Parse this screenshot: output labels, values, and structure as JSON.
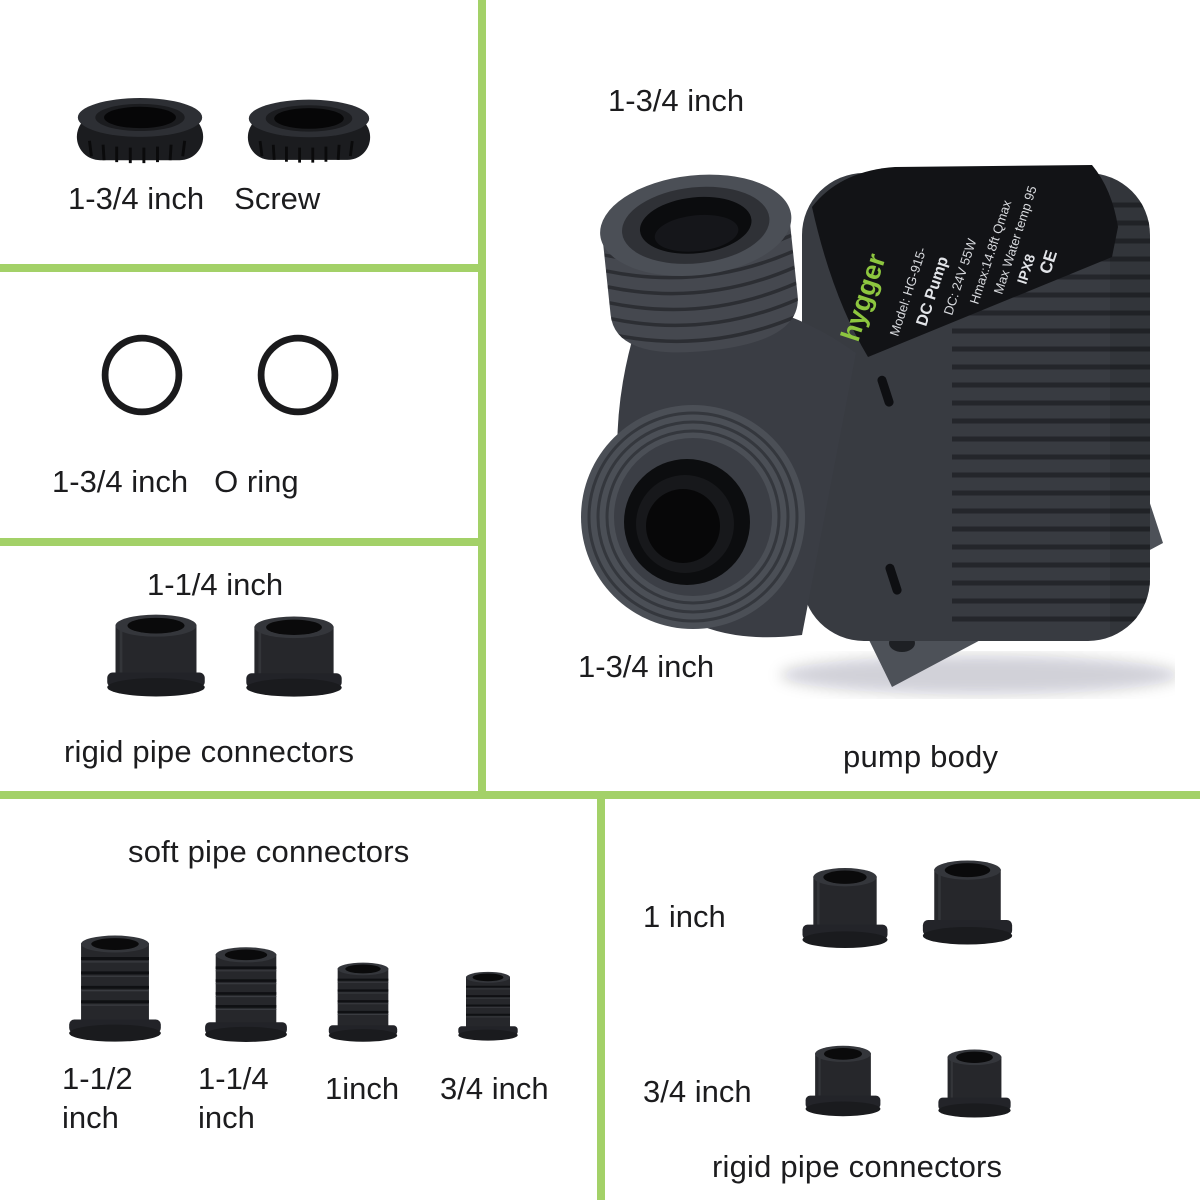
{
  "colors": {
    "background": "#ffffff",
    "divider_green": "#a3d168",
    "text": "#1c1c1e",
    "brand_green": "#8dc63f",
    "part_dark": "#26272b"
  },
  "panels": {
    "screw": {
      "size_label": "1-3/4 inch",
      "part_label": "Screw"
    },
    "o_ring": {
      "size_label": "1-3/4 inch",
      "part_label": "O ring"
    },
    "rigid_left": {
      "size_label": "1-1/4 inch",
      "caption": "rigid pipe connectors"
    },
    "soft": {
      "title": "soft pipe connectors",
      "items": [
        {
          "line1": "1-1/2",
          "line2": "inch"
        },
        {
          "line1": "1-1/4",
          "line2": "inch"
        },
        {
          "line1": "1inch",
          "line2": ""
        },
        {
          "line1": "3/4 inch",
          "line2": ""
        }
      ]
    },
    "pump": {
      "inlet_label": "1-3/4 inch",
      "outlet_label": "1-3/4 inch",
      "caption": "pump body",
      "brand": "hygger",
      "print": {
        "line1": "Model: HG-915-",
        "line2": "DC Pump",
        "line3": "DC: 24V  55W",
        "line4": "Hmax:14.8ft  Qmax",
        "line5": "Max Water temp 95",
        "line6": "IPX8",
        "line7": "CE"
      }
    },
    "rigid_right": {
      "row1_label": "1 inch",
      "row2_label": "3/4 inch",
      "caption": "rigid pipe connectors"
    }
  }
}
